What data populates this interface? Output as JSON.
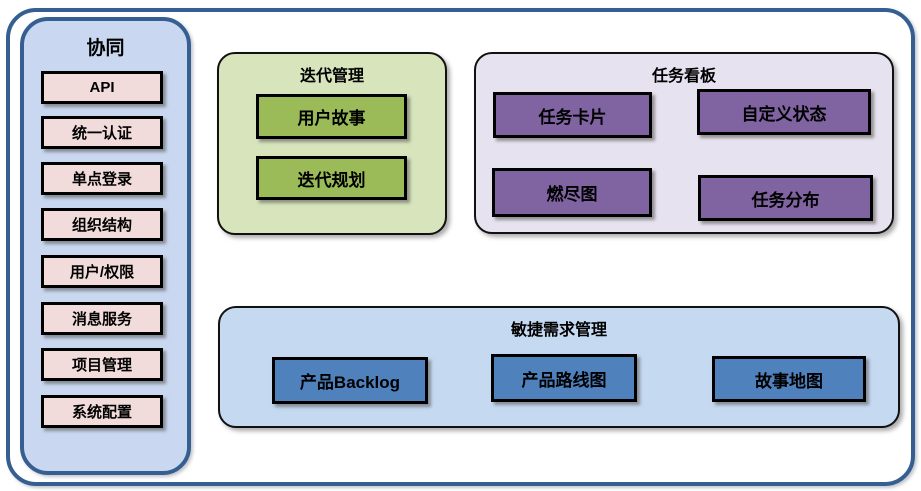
{
  "sidebar": {
    "title": "协同",
    "items": [
      "API",
      "统一认证",
      "单点登录",
      "组织结构",
      "用户/权限",
      "消息服务",
      "项目管理",
      "系统配置"
    ]
  },
  "sections": {
    "iteration": {
      "title": "迭代管理",
      "items": [
        "用户故事",
        "迭代规划"
      ]
    },
    "kanban": {
      "title": "任务看板",
      "items": [
        "任务卡片",
        "自定义状态",
        "燃尽图",
        "任务分布"
      ]
    },
    "requirements": {
      "title": "敏捷需求管理",
      "items": [
        "产品Backlog",
        "产品路线图",
        "故事地图"
      ]
    }
  },
  "colors": {
    "frame_border": "#365F91",
    "sidebar_bg": "#C9D8F0",
    "sidebar_item_bg": "#F2DCDB",
    "iteration_bg": "#D7E4BC",
    "iteration_item_bg": "#9BBB59",
    "kanban_bg": "#E7E2EF",
    "kanban_item_bg": "#8064A2",
    "requirements_bg": "#C5D9F1",
    "requirements_item_bg": "#4F81BD"
  }
}
